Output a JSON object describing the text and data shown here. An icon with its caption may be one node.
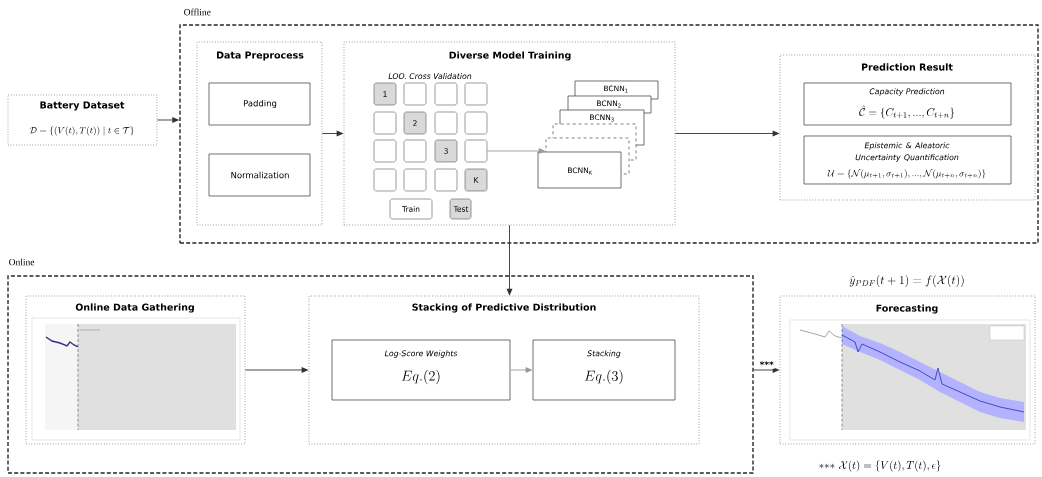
{
  "diagram": {
    "nodes": [
      {
        "text": [
          "Offline"
        ]
      },
      {
        "text": [
          "Battery Dataset",
          "\\mathcal{D} = \\{(V(t),T(t)) \\mid t \\in \\mathcal{T}\\}"
        ]
      },
      {
        "text": [
          "Data Preprocess"
        ],
        "in": 0
      },
      {
        "text": [
          "Padding"
        ],
        "in": 2
      },
      {
        "text": [
          "Normalization"
        ],
        "in": 2
      },
      {
        "text": [
          "Diverse Model Training",
          "LOO. Cross Validation"
        ],
        "in": 0
      },
      {
        "text": [
          "1"
        ],
        "in": 5
      },
      {
        "text": [],
        "shape": "box",
        "in": 5
      },
      {
        "text": [],
        "shape": "box",
        "in": 5
      },
      {
        "text": [],
        "shape": "box",
        "in": 5
      },
      {
        "text": [],
        "shape": "box",
        "in": 5
      },
      {
        "text": [
          "2"
        ],
        "in": 5
      },
      {
        "text": [],
        "shape": "box",
        "in": 5
      },
      {
        "text": [],
        "shape": "box",
        "in": 5
      },
      {
        "text": [],
        "shape": "box",
        "in": 5
      },
      {
        "text": [],
        "shape": "box",
        "in": 5
      },
      {
        "text": [
          "3"
        ],
        "in": 5
      },
      {
        "text": [],
        "shape": "box",
        "in": 5
      },
      {
        "text": [],
        "shape": "box",
        "in": 5
      },
      {
        "text": [],
        "shape": "box",
        "in": 5
      },
      {
        "text": [],
        "shape": "box",
        "in": 5
      },
      {
        "text": [
          "K"
        ],
        "in": 5
      },
      {
        "text": [
          "Train"
        ],
        "in": 5
      },
      {
        "text": [
          "Test"
        ],
        "in": 5
      },
      {
        "text": [
          "BCNN$_{1}$"
        ],
        "in": 5
      },
      {
        "text": [
          "BCNN$_{2}$"
        ],
        "in": 5
      },
      {
        "text": [
          "BCNN$_{3}$"
        ],
        "in": 5
      },
      {
        "text": [],
        "shape": "box",
        "in": 5
      },
      {
        "text": [],
        "shape": "box",
        "in": 5
      },
      {
        "text": [
          "BCNN$_{K}$"
        ],
        "in": 5
      },
      {
        "text": [
          "Prediction Result"
        ],
        "in": 0
      },
      {
        "text": [
          "Capacity Prediction",
          "\\hat{\\mathcal{C}} = \\{C_{t+1},...,C_{t+n}\\}"
        ],
        "in": 30
      },
      {
        "text": [
          "Epistemic & Aleatoric Uncertainty Quantification",
          "\\mathcal{U} = \\{\\mathcal{N}(\\mu_{t+1},\\sigma_{t+1}),...,\\mathcal{N}(\\mu_{t+n},\\sigma_{t+n})\\}"
        ],
        "in": 30
      },
      {
        "text": [
          "Online"
        ]
      },
      {
        "text": [
          "Online Data Gathering"
        ],
        "in": 33
      },
      {
        "text": [
          "Stacking of Predictive Distribution"
        ],
        "in": 33
      },
      {
        "text": [
          "Log-Score Weights",
          "Eq.(2)"
        ],
        "in": 35
      },
      {
        "text": [
          "Stacking",
          "Eq.(3)"
        ],
        "in": 35
      },
      {
        "text": [
          "Forecasting"
        ],
        "beside": [
          "\\hat{y}_{PDF}(t+1) = f(\\mathcal{X}(t))"
        ]
      }
    ],
    "edges": [
      {
        "from": 1,
        "to": 0,
        "arrow": "to"
      },
      {
        "from": 2,
        "to": 5,
        "arrow": "to"
      },
      {
        "from": 17,
        "to": 28,
        "arrow": "to",
        "color": "#999999"
      },
      {
        "from": 5,
        "to": 30,
        "arrow": "to"
      },
      {
        "from": 5,
        "to": 35,
        "arrow": "to"
      },
      {
        "from": 34,
        "to": 35,
        "arrow": "to"
      },
      {
        "from": 36,
        "to": 37,
        "arrow": "to",
        "color": "#999999"
      },
      {
        "from": 33,
        "to": 38,
        "arrow": "to",
        "label": "***"
      }
    ],
    "labels": [
      "{*}{*}{*}\\ \\mathcal{X}(t) = \\{V(t), T(t), \\epsilon\\}"
    ]
  }
}
